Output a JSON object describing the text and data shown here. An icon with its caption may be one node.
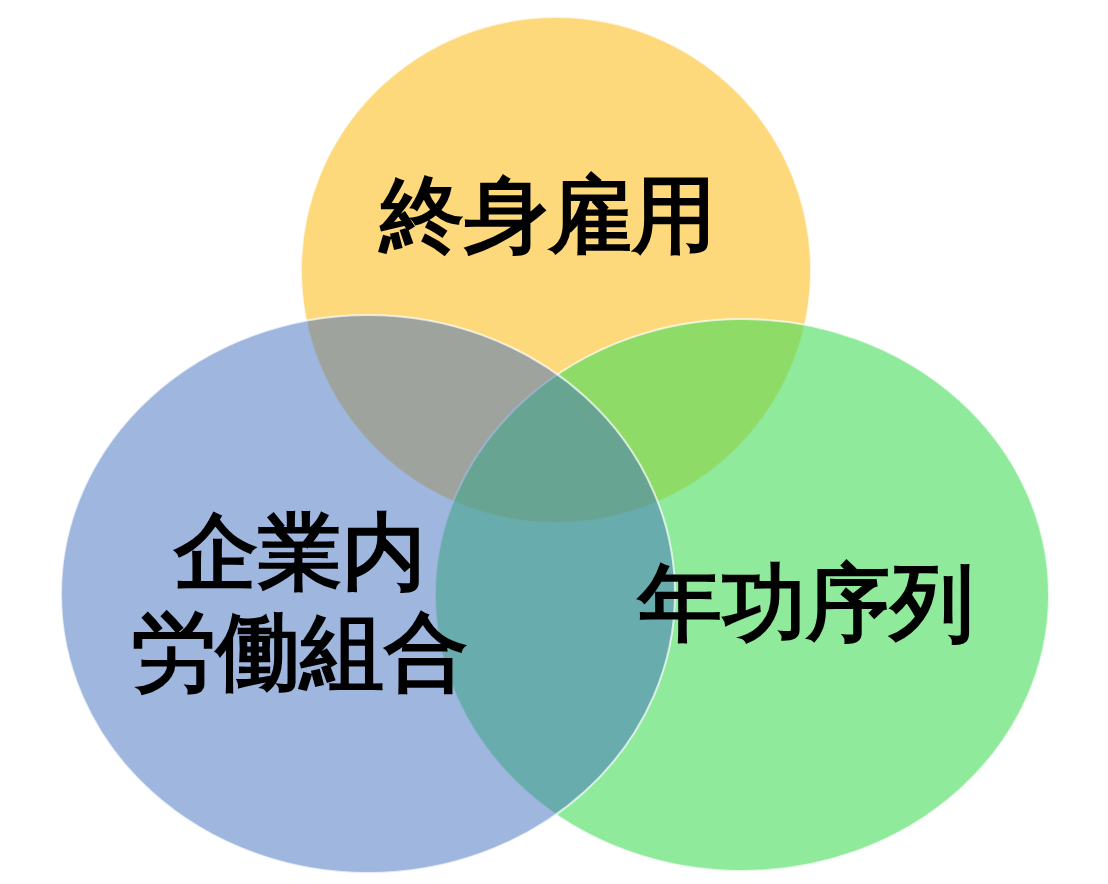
{
  "diagram": {
    "nodes": [
      {
        "text": [
          "終身雇用"
        ]
      },
      {
        "text": [
          "企業内労働組合"
        ]
      },
      {
        "text": [
          "年功序列"
        ]
      }
    ]
  }
}
